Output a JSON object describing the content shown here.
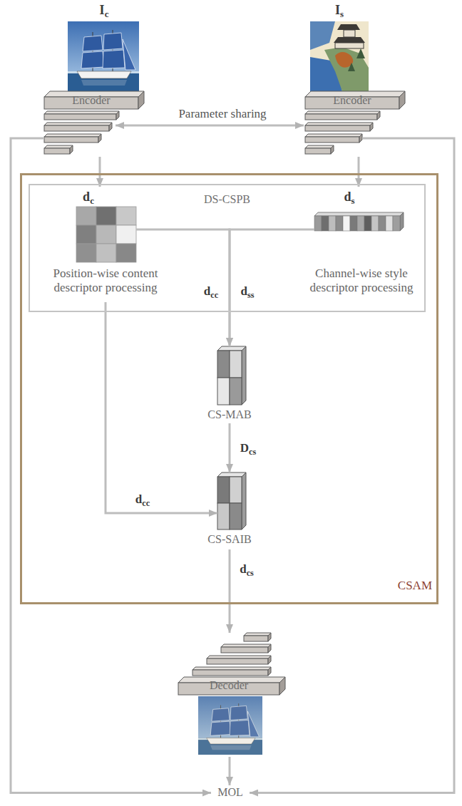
{
  "diagram": {
    "nodes": [
      {
        "text": [
          "Ic"
        ]
      },
      {
        "text": [
          "Encoder"
        ]
      },
      {
        "text": [
          "Is"
        ]
      },
      {
        "text": [
          "Encoder"
        ]
      },
      {
        "text": [
          "CSAM"
        ]
      },
      {
        "text": [
          "DS-CSPB"
        ],
        "in": 4
      },
      {
        "text": [
          "dc",
          "Position-wise content descriptor processing"
        ],
        "in": 5
      },
      {
        "text": [
          "ds",
          "Channel-wise style descriptor processing"
        ],
        "in": 5
      },
      {
        "text": [
          "CS-MAB"
        ],
        "in": 4
      },
      {
        "text": [
          "CS-SAIB"
        ],
        "in": 4
      },
      {
        "text": [
          "Decoder"
        ]
      },
      {
        "text": [
          "MOL"
        ]
      }
    ],
    "edges": [
      {
        "from": 1,
        "to": 3,
        "arrow": "both",
        "label": "Parameter sharing"
      },
      {
        "from": 1,
        "to": 6,
        "arrow": "to"
      },
      {
        "from": 3,
        "to": 7,
        "arrow": "to"
      },
      {
        "from": 6,
        "to": 8,
        "arrow": "to",
        "label": "dcc"
      },
      {
        "from": 7,
        "to": 8,
        "arrow": "to",
        "label": "dss"
      },
      {
        "from": 8,
        "to": 9,
        "arrow": "to",
        "label": "Dcs"
      },
      {
        "from": 6,
        "to": 9,
        "arrow": "to",
        "label": "dcc"
      },
      {
        "from": 9,
        "to": 10,
        "arrow": "to",
        "label": "dcs"
      },
      {
        "from": 10,
        "to": 11,
        "arrow": "to"
      },
      {
        "from": 1,
        "to": 11,
        "arrow": "to"
      },
      {
        "from": 3,
        "to": 11,
        "arrow": "to"
      }
    ]
  }
}
